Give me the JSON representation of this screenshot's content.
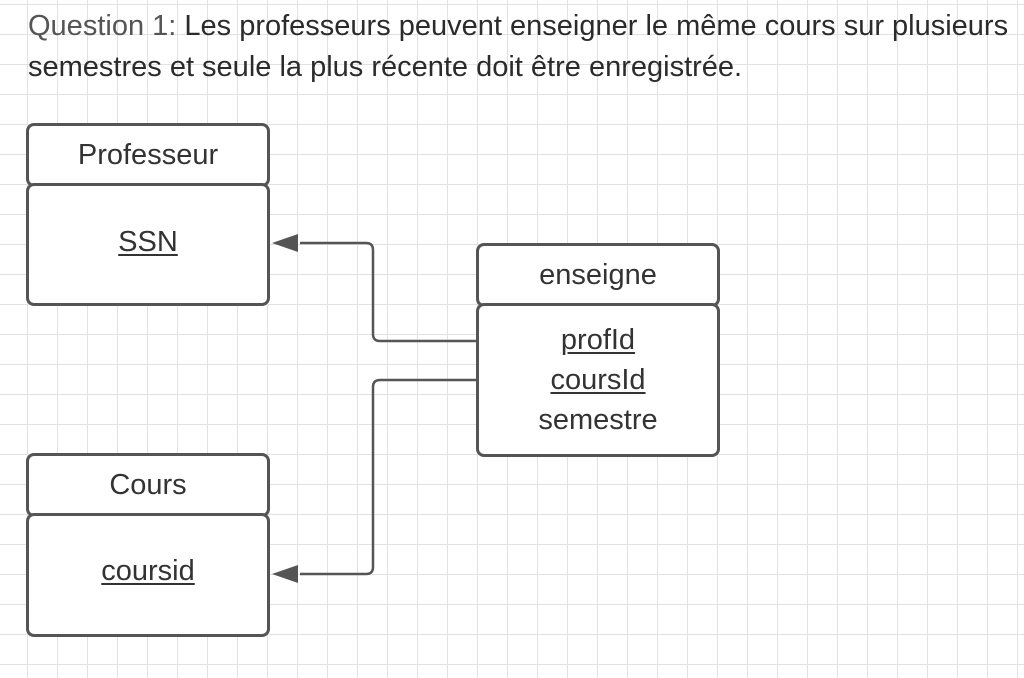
{
  "question": {
    "label": "Question 1:",
    "text": "Les professeurs peuvent enseigner le même cours sur plusieurs semestres et seule la plus récente doit être enregistrée."
  },
  "entities": {
    "professeur": {
      "name": "Professeur",
      "attributes": [
        {
          "text": "SSN",
          "key": true
        }
      ]
    },
    "enseigne": {
      "name": "enseigne",
      "attributes": [
        {
          "text": "profId",
          "key": true
        },
        {
          "text": "coursId",
          "key": true
        },
        {
          "text": "semestre",
          "key": false
        }
      ]
    },
    "cours": {
      "name": "Cours",
      "attributes": [
        {
          "text": "coursid",
          "key": true
        }
      ]
    }
  },
  "relationships": [
    {
      "from": "enseigne.profId",
      "to": "professeur.SSN"
    },
    {
      "from": "enseigne.coursId",
      "to": "cours.coursid"
    }
  ],
  "colors": {
    "stroke": "#555555",
    "text": "#333333",
    "grid": "#e2e2e2",
    "background": "#ffffff"
  }
}
